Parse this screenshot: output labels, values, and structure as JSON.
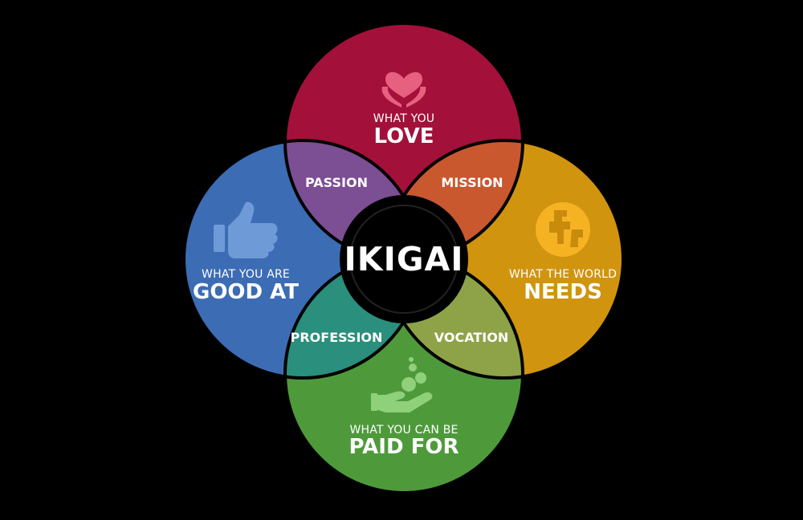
{
  "center": {
    "label": "IKIGAI"
  },
  "circles": {
    "love": {
      "small": "WHAT YOU",
      "big": "LOVE",
      "color": "#a3113b",
      "icon": "heart-in-hands-icon"
    },
    "needs": {
      "small": "WHAT THE WORLD",
      "big": "NEEDS",
      "color": "#d1940f",
      "icon": "globe-icon"
    },
    "paid": {
      "small": "WHAT YOU CAN BE",
      "big": "PAID FOR",
      "color": "#4e9a3b",
      "icon": "coins-in-hand-icon"
    },
    "good": {
      "small": "WHAT YOU ARE",
      "big": "GOOD AT",
      "color": "#3c6cb4",
      "icon": "thumbs-up-icon"
    }
  },
  "overlaps": {
    "passion": {
      "label": "PASSION",
      "color": "#7c4e93"
    },
    "mission": {
      "label": "MISSION",
      "color": "#c9582f"
    },
    "vocation": {
      "label": "VOCATION",
      "color": "#8ea347"
    },
    "profession": {
      "label": "PROFESSION",
      "color": "#2a8f7d"
    }
  }
}
